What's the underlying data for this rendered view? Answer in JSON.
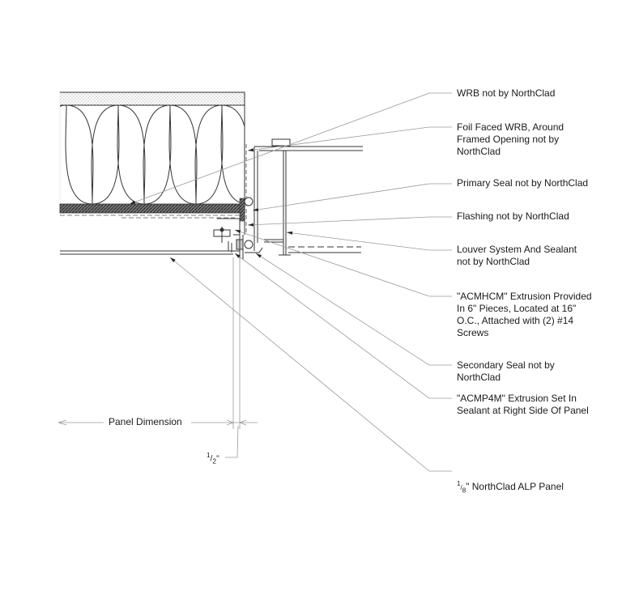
{
  "title": "Louver Opening Head Detail - NorthClad ALP Panel",
  "callouts": [
    {
      "id": "wrb",
      "text": "WRB not by NorthClad"
    },
    {
      "id": "foil-wrb",
      "text": "Foil Faced WRB, Around\nFramed Opening not by\nNorthClad"
    },
    {
      "id": "primary-seal",
      "text": "Primary Seal not by NorthClad"
    },
    {
      "id": "flashing",
      "text": "Flashing not by NorthClad"
    },
    {
      "id": "louver",
      "text": "Louver System And Sealant\nnot by NorthClad"
    },
    {
      "id": "acmhcm",
      "text": "\"ACMHCM\" Extrusion Provided\nIn 6\" Pieces, Located at 16\"\nO.C., Attached with (2) #14\nScrews"
    },
    {
      "id": "secondary-seal",
      "text": "Secondary Seal not by\nNorthClad"
    },
    {
      "id": "acmp4m",
      "text": "\"ACMP4M\" Extrusion Set In\nSealant at Right Side Of Panel"
    },
    {
      "id": "alp-panel",
      "fraction_num": "1",
      "fraction_den": "8",
      "text": "\" NorthClad ALP Panel"
    }
  ],
  "dimensions": {
    "panel": "Panel Dimension",
    "gap_num": "1",
    "gap_den": "2",
    "gap_unit": "\""
  },
  "colors": {
    "line": "#333333",
    "leader": "#9a9a9a",
    "text": "#1a1a1a"
  }
}
